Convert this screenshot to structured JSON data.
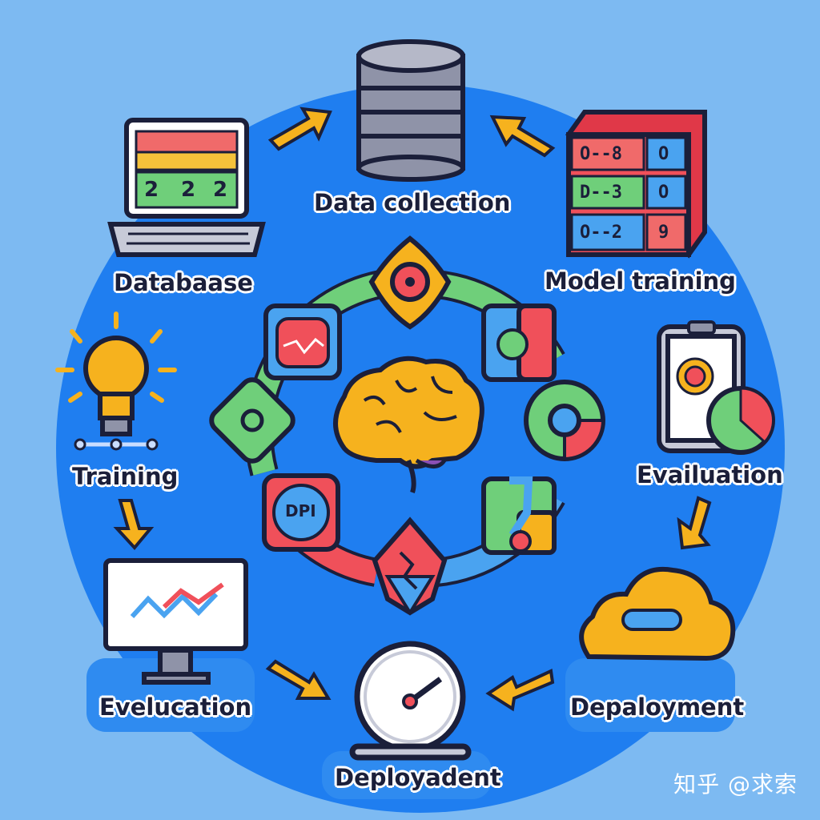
{
  "labels": {
    "data_collection": "Data collection",
    "database": "Databaase",
    "model_training": "Model training",
    "training": "Training",
    "evaluation": "Evailuation",
    "evelucation": "Evelucation",
    "depaloyment": "Depaloyment",
    "deployadent": "Deployadent"
  },
  "inner_badge": "DPI",
  "sheet_cells": [
    "O--8",
    "O",
    "D--3",
    "O",
    "O--2",
    "9"
  ],
  "laptop_cells": [
    "2",
    "2",
    "2"
  ],
  "watermark": "知乎 @求索",
  "colors": {
    "background": "#7dbaf2",
    "disc": "#1f7ef0",
    "ring_green": "#6fcf7a",
    "ring_red": "#f0505a",
    "ring_blue": "#4aa3f0",
    "arrow": "#f6b21e",
    "outline": "#1b1f3a"
  }
}
